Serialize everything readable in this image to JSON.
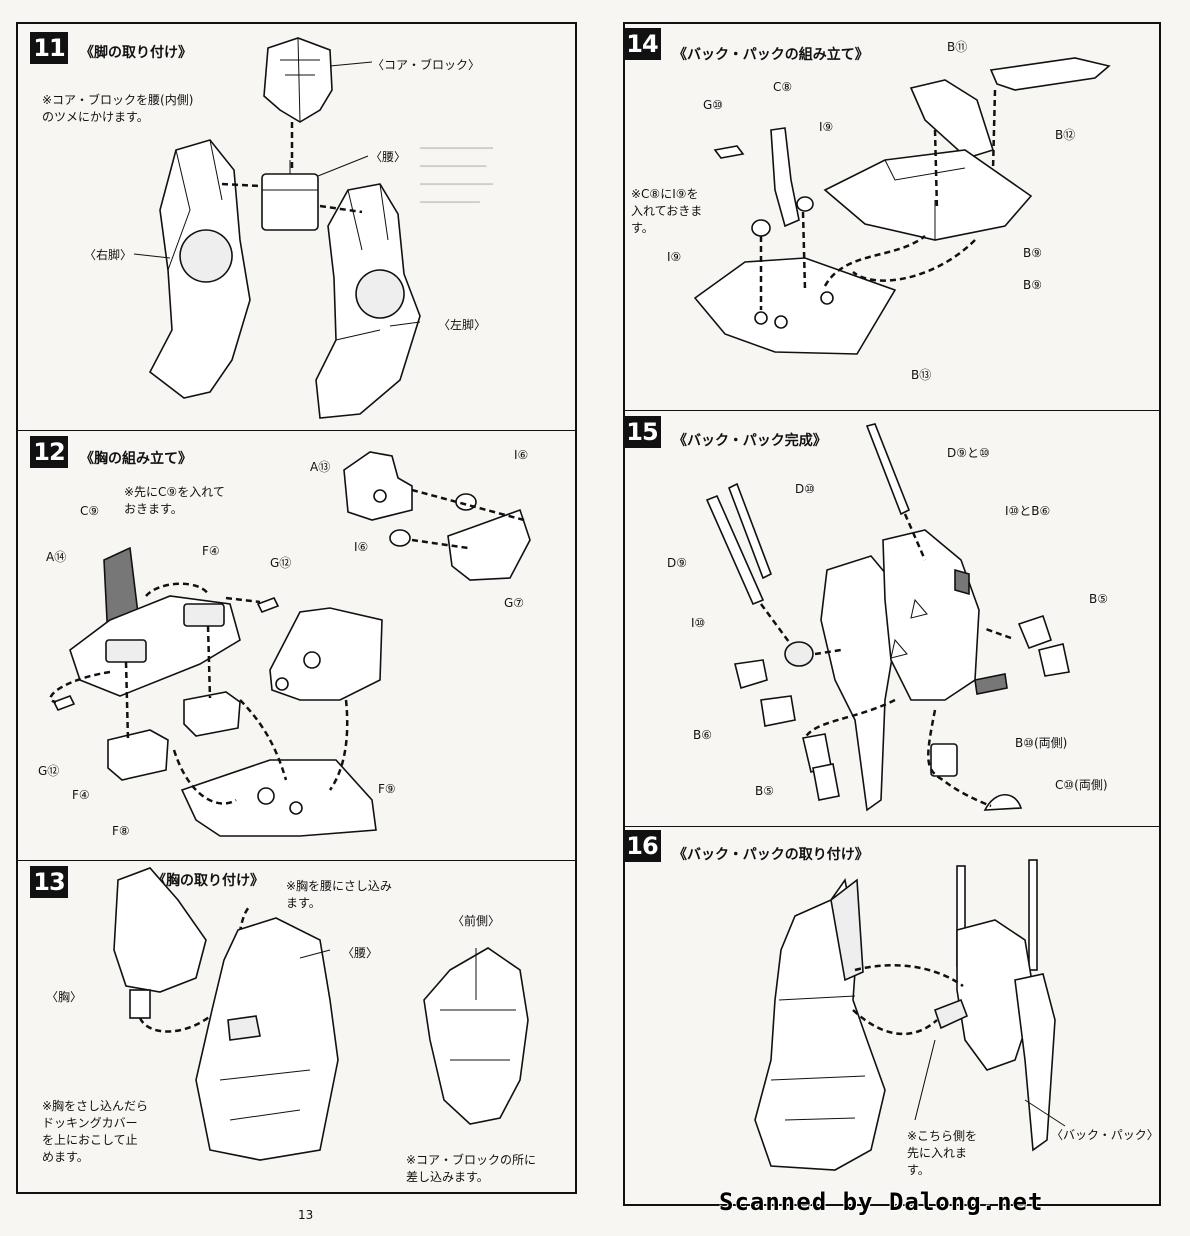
{
  "left_page": {
    "page_number": "13",
    "steps": [
      {
        "number": "11",
        "title": "《脚の取り付け》",
        "note": "※コア・ブロックを腰(内側)\nのツメにかけます。",
        "labels": {
          "core_block": "〈コア・ブロック〉",
          "waist": "〈腰〉",
          "right_leg": "〈右脚〉",
          "left_leg": "〈左脚〉"
        }
      },
      {
        "number": "12",
        "title": "《胸の組み立て》",
        "note": "※先にC⑨を入れて\nおきます。",
        "labels": {
          "a13": "A⑬",
          "i6_top": "I⑥",
          "i6_mid": "I⑥",
          "g7": "G⑦",
          "c9": "C⑨",
          "a14": "A⑭",
          "f4_top": "F④",
          "g12_top": "G⑫",
          "g12_left": "G⑫",
          "f4_bottom": "F④",
          "f8": "F⑧",
          "f9": "F⑨"
        }
      },
      {
        "number": "13",
        "title": "《胸の取り付け》",
        "note_top": "※胸を腰にさし込み\nます。",
        "note_bottom": "※胸をさし込んだら\nドッキングカバー\nを上におこして止\nめます。",
        "note_front": "※コア・ブロックの所に\n差し込みます。",
        "labels": {
          "chest": "〈胸〉",
          "waist": "〈腰〉",
          "front_side": "〈前側〉"
        }
      }
    ]
  },
  "right_page": {
    "steps": [
      {
        "number": "14",
        "title": "《バック・パックの組み立て》",
        "note": "※C⑧にI⑨を\n入れておきま\nす。",
        "labels": {
          "b11": "B⑪",
          "b12": "B⑫",
          "c8": "C⑧",
          "g10": "G⑩",
          "i9_top": "I⑨",
          "i9_left": "I⑨",
          "b9_upper": "B⑨",
          "b9_lower": "B⑨",
          "b13": "B⑬"
        }
      },
      {
        "number": "15",
        "title": "《バック・パック完成》",
        "labels": {
          "d9_10": "D⑨と⑩",
          "d10": "D⑩",
          "i10_b6": "I⑩とB⑥",
          "d9": "D⑨",
          "b5_right": "B⑤",
          "i10": "I⑩",
          "b6": "B⑥",
          "b10": "B⑩(両側)",
          "c10": "C⑩(両側)",
          "b5_bottom": "B⑤"
        }
      },
      {
        "number": "16",
        "title": "《バック・パックの取り付け》",
        "note": "※こちら側を\n先に入れま\nす。",
        "labels": {
          "backpack": "〈バック・パック〉"
        }
      }
    ]
  },
  "watermark": "Scanned by Dalong.net"
}
